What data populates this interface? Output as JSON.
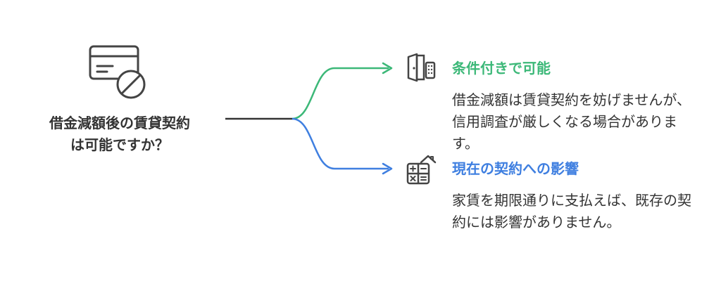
{
  "root": {
    "label_line1": "借金減額後の賃貸契約",
    "label_line2": "は可能ですか？",
    "icon": "credit-card-prohibited-icon"
  },
  "branches": [
    {
      "title": "条件付きで可能",
      "description": "借金減額は賃貸契約を妨げませんが、信用調査が厳しくなる場合があります。",
      "icon": "door-keypad-icon",
      "color": "#3cb878"
    },
    {
      "title": "現在の契約への影響",
      "description": "家賃を期限通りに支払えば、既存の契約には影響がありません。",
      "icon": "house-calculator-icon",
      "color": "#3f7fe0"
    }
  ],
  "colors": {
    "line": "#333333",
    "green": "#3cb878",
    "blue": "#3f7fe0",
    "icon": "#444444"
  }
}
